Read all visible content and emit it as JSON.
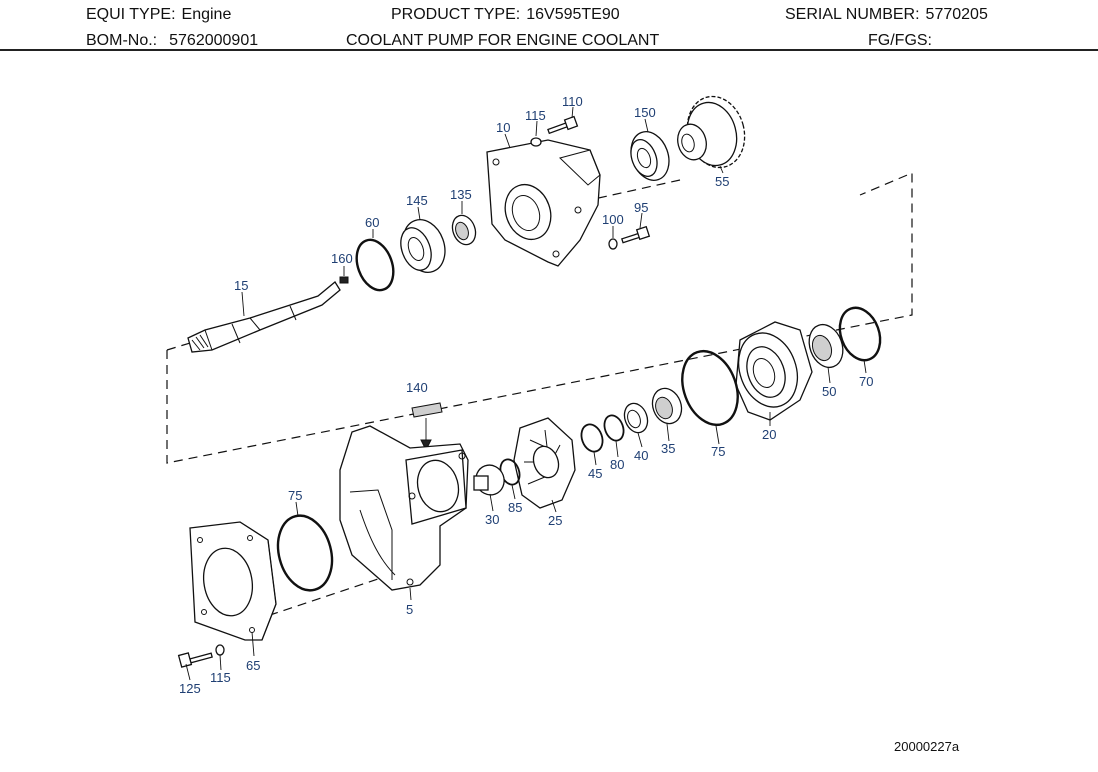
{
  "header": {
    "equi_type_label": "EQUI TYPE:",
    "equi_type_value": "Engine",
    "product_type_label": "PRODUCT TYPE:",
    "product_type_value": "16V595TE90",
    "serial_number_label": "SERIAL NUMBER:",
    "serial_number_value": "5770205",
    "bom_label": "BOM-No.:",
    "bom_value": "5762000901",
    "description": "COOLANT PUMP FOR ENGINE COOLANT",
    "fg_fgs_label": "FG/FGS:",
    "fg_fgs_value": ""
  },
  "callouts": {
    "c110": "110",
    "c115_top": "115",
    "c10": "10",
    "c150": "150",
    "c55": "55",
    "c145": "145",
    "c135": "135",
    "c100": "100",
    "c95": "95",
    "c60": "60",
    "c160": "160",
    "c15": "15",
    "c140": "140",
    "c70": "70",
    "c50": "50",
    "c20": "20",
    "c75_right": "75",
    "c35": "35",
    "c40": "40",
    "c80": "80",
    "c45": "45",
    "c25": "25",
    "c85": "85",
    "c30": "30",
    "c75_left": "75",
    "c5": "5",
    "c65": "65",
    "c115_bottom": "115",
    "c125": "125"
  },
  "drawing_ref": "20000227a",
  "colors": {
    "callout": "#1f3f73",
    "line": "#111111",
    "background": "#ffffff"
  }
}
